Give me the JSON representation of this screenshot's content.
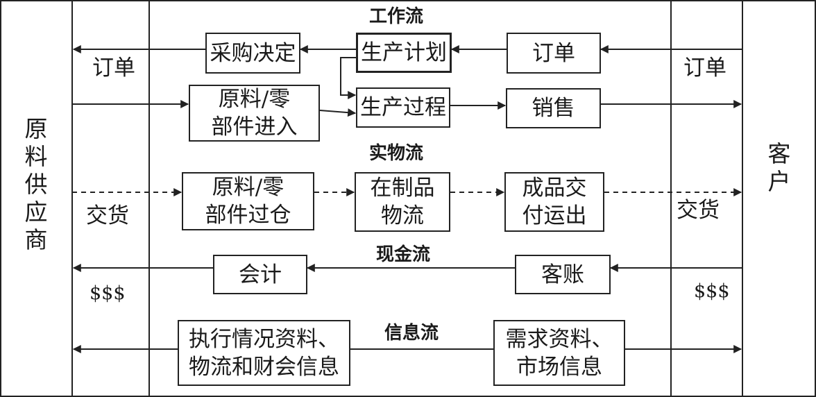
{
  "supplier": {
    "name": [
      "原",
      "料",
      "供",
      "应",
      "商"
    ]
  },
  "customer": {
    "name": [
      "客",
      "户"
    ]
  },
  "workflow": {
    "title": "工作流",
    "purchase_decision": "采购决定",
    "production_plan": "生产计划",
    "order_box": "订单",
    "materials_in": [
      "原料/零",
      "部件进入"
    ],
    "production_process": "生产过程",
    "sales": "销售",
    "left_order_label": "订单",
    "right_order_label": "订单"
  },
  "physical_flow": {
    "title": "实物流",
    "materials_warehouse": [
      "原料/零",
      "部件过仓"
    ],
    "wip_logistics": [
      "在制品",
      "物流"
    ],
    "finished_shipping": [
      "成品交",
      "付运出"
    ],
    "left_delivery_label": "交货",
    "right_delivery_label": "交货"
  },
  "cash_flow": {
    "title": "现金流",
    "accounting": "会计",
    "receivables": "客账",
    "left_money_label": "$$$",
    "right_money_label": "$$$"
  },
  "info_flow": {
    "title": "信息流",
    "execution_info": [
      "执行情况资料、",
      "物流和财会信息"
    ],
    "demand_info": [
      "需求资料、",
      "市场信息"
    ]
  }
}
